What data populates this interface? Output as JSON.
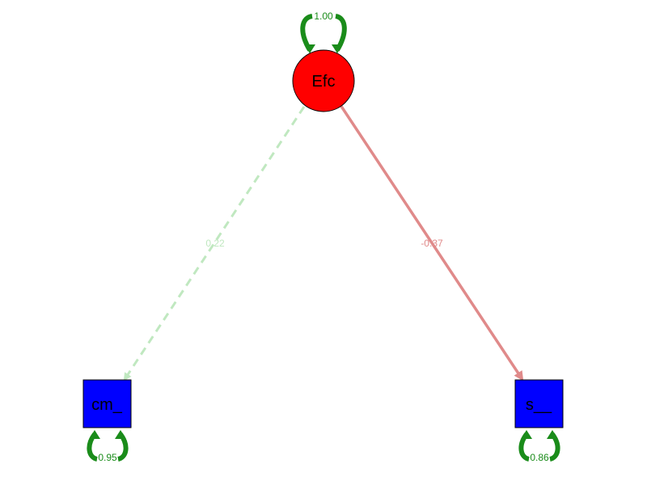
{
  "nodes": {
    "latent": {
      "label": "Efc",
      "fill": "#ff0000",
      "variance": "1.00"
    },
    "left": {
      "label": "cm_",
      "fill": "#0000ff",
      "variance": "0.95"
    },
    "right": {
      "label": "s__",
      "fill": "#0000ff",
      "variance": "0.86"
    }
  },
  "edges": {
    "efc_to_cm": {
      "label": "0.22",
      "color": "#c0e8c0",
      "style": "dashed"
    },
    "efc_to_s": {
      "label": "-0.37",
      "color": "#e08a8a",
      "style": "solid"
    }
  },
  "colors": {
    "variance_loop": "#1a8c1a",
    "node_stroke": "#000000"
  }
}
